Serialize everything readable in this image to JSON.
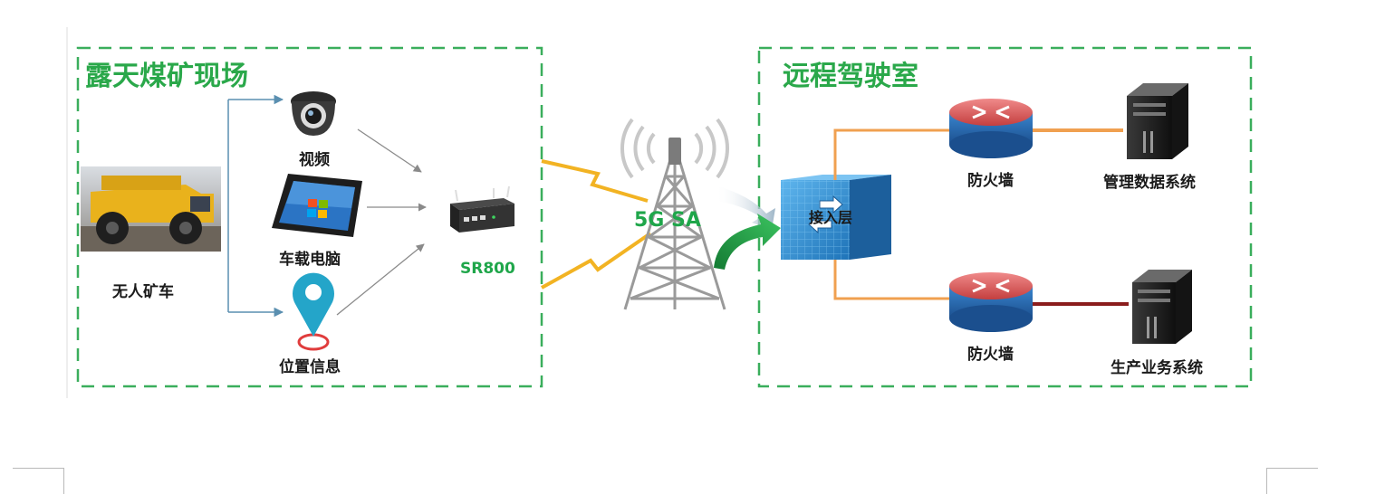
{
  "sections": {
    "mine_site": {
      "title": "露天煤矿现场"
    },
    "control_room": {
      "title": "远程驾驶室"
    }
  },
  "nodes": {
    "truck": {
      "label": "无人矿车"
    },
    "camera": {
      "label": "视频"
    },
    "computer": {
      "label": "车载电脑"
    },
    "location": {
      "label": "位置信息"
    },
    "router": {
      "label": "SR800"
    },
    "network": {
      "label": "5G SA"
    },
    "access_layer": {
      "label": "接入层"
    },
    "firewall_top": {
      "label": "防火墙"
    },
    "firewall_bottom": {
      "label": "防火墙"
    },
    "server_top": {
      "label": "管理数据系统"
    },
    "server_bottom": {
      "label": "生产业务系统"
    }
  },
  "colors": {
    "title_green": "#2aa84a",
    "dashed_border": "#3aae5c",
    "link_orange": "#f0a050",
    "link_darkred": "#8a1c1c",
    "signal_yellow": "#f2b323",
    "firewall_red": "#d35a5a",
    "firewall_blue": "#2a6fb8",
    "switch_blue": "#2f8fd6"
  },
  "icons": [
    "camera-icon",
    "tablet-icon",
    "location-pin-icon",
    "router-icon",
    "tower-icon",
    "switch-icon",
    "firewall-icon",
    "server-icon",
    "truck-icon"
  ]
}
